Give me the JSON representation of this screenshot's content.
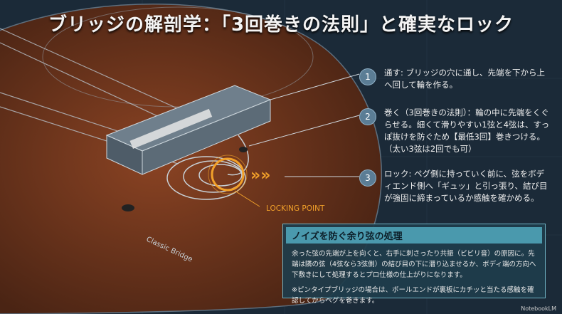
{
  "title": "ブリッジの解剖学：「3回巻きの法則」と確実なロック",
  "steps": [
    {
      "num": "1",
      "text": "通す: ブリッジの穴に通し、先端を下から上へ回して輪を作る。"
    },
    {
      "num": "2",
      "text": "巻く（3回巻きの法則）：輪の中に先端をくぐらせる。細くて滑りやすい1弦と4弦は、すっぽ抜けを防ぐため【最低3回】巻きつける。（太い3弦は2回でも可）"
    },
    {
      "num": "3",
      "text": "ロック: ペグ側に持っていく前に、弦をボディエンド側へ「ギュッ」と引っ張り、結び目が強固に締まっているか感触を確かめる。"
    }
  ],
  "locking_label": "LOCKING POINT",
  "bridge_label": "Classic Bridge",
  "note": {
    "heading": "ノイズを防ぐ余り弦の処理",
    "p1": "余った弦の先端が上を向くと、右手に刺さったり共振（ビビリ音）の原因に。先端は隣の弦（4弦なら3弦側）の結び目の下に潜り込ませるか、ボディ端の方向へ下敷きにして処理するとプロ仕様の仕上がりになります。",
    "p2": "※ピンタイプブリッジの場合は、ボールエンドが裏板にカチッと当たる感触を確認してからペグを巻きます。"
  },
  "watermark": "NotebookLM",
  "colors": {
    "accent": "#f2a12a",
    "background": "#1b2a38",
    "wood": "#7a3a1e"
  }
}
